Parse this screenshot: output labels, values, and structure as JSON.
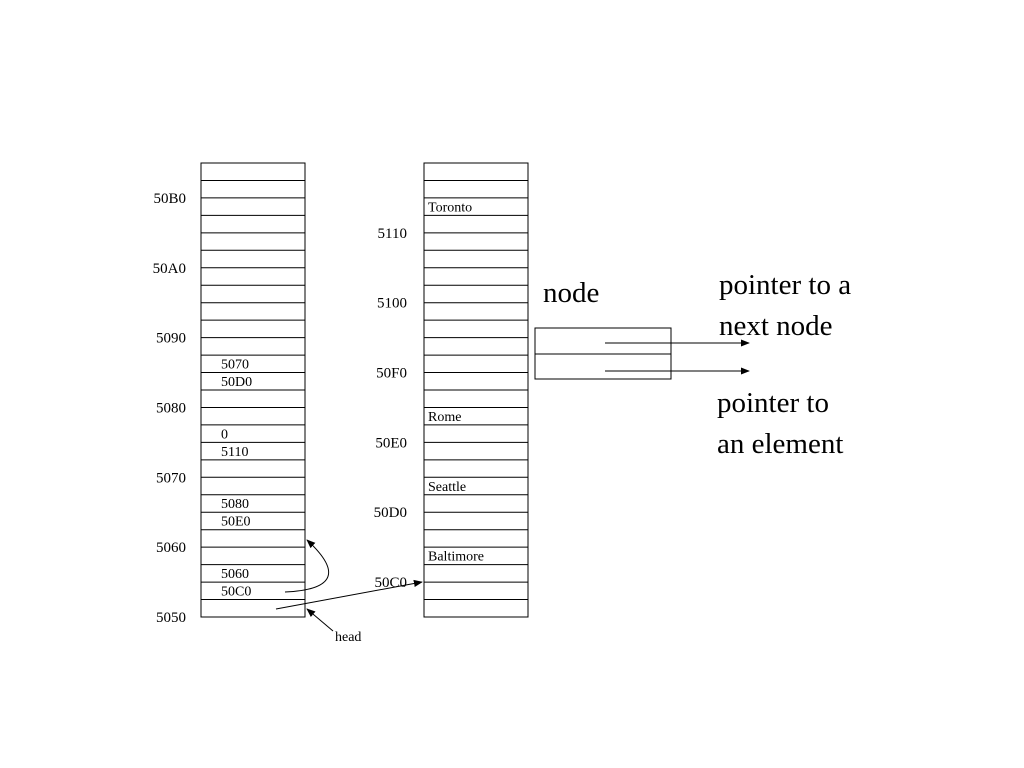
{
  "left_column": {
    "address_labels": [
      "50B0",
      "50A0",
      "5090",
      "5080",
      "5070",
      "5060",
      "5050"
    ],
    "cell_values": [
      {
        "row": 12,
        "text": "5070"
      },
      {
        "row": 13,
        "text": "50D0"
      },
      {
        "row": 16,
        "text": "0"
      },
      {
        "row": 17,
        "text": "5110"
      },
      {
        "row": 20,
        "text": "5080"
      },
      {
        "row": 21,
        "text": "50E0"
      },
      {
        "row": 24,
        "text": "5060"
      },
      {
        "row": 25,
        "text": "50C0"
      }
    ],
    "head_label": "head"
  },
  "right_column": {
    "address_labels": [
      "5110",
      "5100",
      "50F0",
      "50E0",
      "50D0",
      "50C0"
    ],
    "cell_values": [
      {
        "row": 3,
        "text": "Toronto"
      },
      {
        "row": 15,
        "text": "Rome"
      },
      {
        "row": 19,
        "text": "Seattle"
      },
      {
        "row": 23,
        "text": "Baltimore"
      }
    ]
  },
  "node_legend": {
    "title": "node",
    "next_pointer_label": [
      "pointer to a",
      "next node"
    ],
    "element_pointer_label": [
      "pointer to",
      "an element"
    ]
  },
  "colors": {
    "line": "#000000",
    "background": "#ffffff"
  }
}
